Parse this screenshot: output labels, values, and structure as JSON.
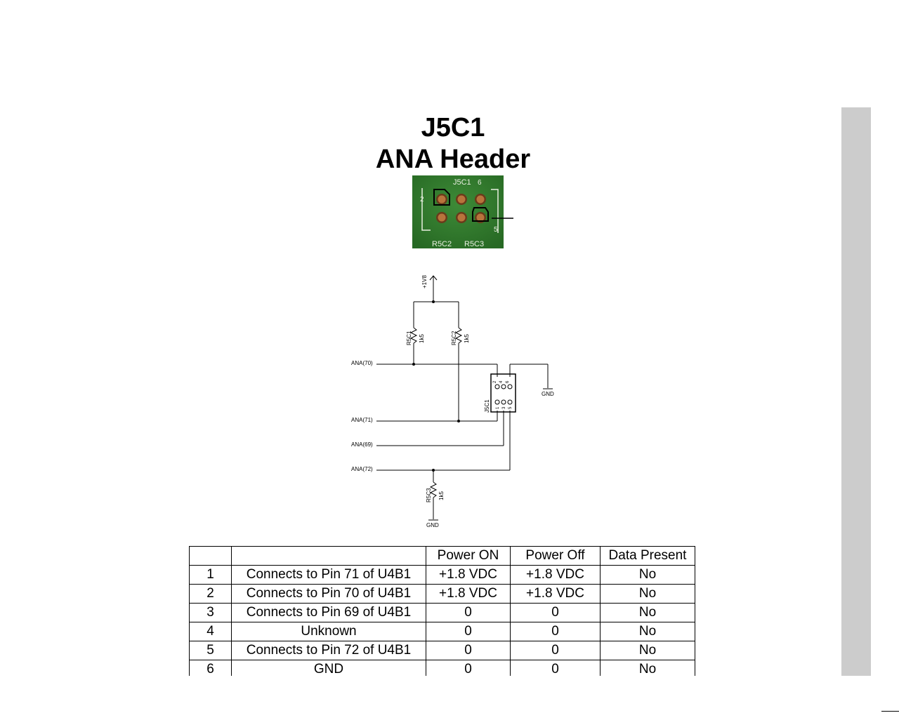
{
  "title": {
    "line1": "J5C1",
    "line2": "ANA Header"
  },
  "photo": {
    "label_connector": "J5C1",
    "label_pin6": "6",
    "label_pin2": "2",
    "label_pin5": "5",
    "label_r1": "R5C2",
    "label_r2": "R5C3"
  },
  "schematic": {
    "supply": "+1V8",
    "r1_ref": "R5C1",
    "r1_val": "1k5",
    "r2_ref": "R5C2",
    "r2_val": "1k5",
    "r3_ref": "R5C3",
    "r3_val": "1k5",
    "net_70": "ANA(70)",
    "net_71": "ANA(71)",
    "net_69": "ANA(69)",
    "net_72": "ANA(72)",
    "connector_ref": "J5C1",
    "gnd_1": "GND",
    "gnd_2": "GND",
    "pins_top": [
      "2",
      "4",
      "6"
    ],
    "pins_bottom": [
      "1",
      "3",
      "5"
    ]
  },
  "table": {
    "headers": [
      "",
      "",
      "Power ON",
      "Power Off",
      "Data Present"
    ],
    "rows": [
      [
        "1",
        "Connects to Pin 71 of  U4B1",
        "+1.8 VDC",
        "+1.8 VDC",
        "No"
      ],
      [
        "2",
        "Connects to Pin 70 of  U4B1",
        "+1.8 VDC",
        "+1.8 VDC",
        "No"
      ],
      [
        "3",
        "Connects to Pin 69 of  U4B1",
        "0",
        "0",
        "No"
      ],
      [
        "4",
        "Unknown",
        "0",
        "0",
        "No"
      ],
      [
        "5",
        "Connects to Pin 72 of  U4B1",
        "0",
        "0",
        "No"
      ],
      [
        "6",
        "GND",
        "0",
        "0",
        "No"
      ]
    ]
  },
  "colors": {
    "pcb": "#2e7a2a",
    "pad": "#b8743c",
    "sidebar": "#cccccc"
  }
}
